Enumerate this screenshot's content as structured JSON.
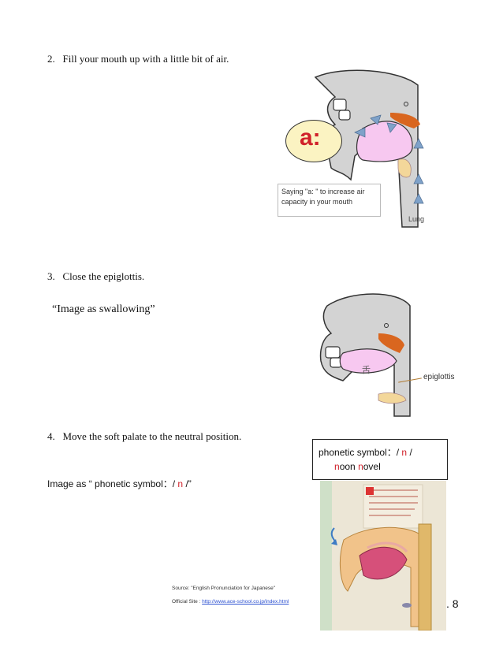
{
  "steps": {
    "step2": "2.   Fill your mouth up with a little bit of air.",
    "step3": "3.   Close the epiglottis.",
    "step4": "4.   Move the soft palate to the neutral position."
  },
  "figure1": {
    "bubble_text": "a:",
    "caption_line1": "Saying \"a: \"  to increase air",
    "caption_line2": "capacity in your mouth",
    "lung_label": "Lung"
  },
  "swallow_quote": "“Image as swallowing”",
  "figure2": {
    "tongue_label": "舌",
    "epiglottis_label": "epiglottis"
  },
  "phonetic_box": {
    "label": "phonetic symbol：/",
    "symbol": "n",
    "close": "/",
    "word1_first": "n",
    "word1_rest": "oon",
    "word2_first": "n",
    "word2_rest": "ovel"
  },
  "image_as": {
    "prefix": "Image as “ phonetic symbol：/",
    "symbol": "n",
    "suffix": "/”"
  },
  "source": {
    "line1": "Source: \"English Pronunciation for Japanese\"",
    "line2_prefix": "Official Site : ",
    "link": "http://www.ace-school.co.jp/index.html"
  },
  "page_number": ". 8",
  "colors": {
    "accent_red": "#d0202a",
    "tongue_pink": "#f7c8f0",
    "palate_orange": "#d9661f",
    "epiglottis_yellow": "#f3d79a",
    "arrow_blue": "#7fa2c9"
  }
}
